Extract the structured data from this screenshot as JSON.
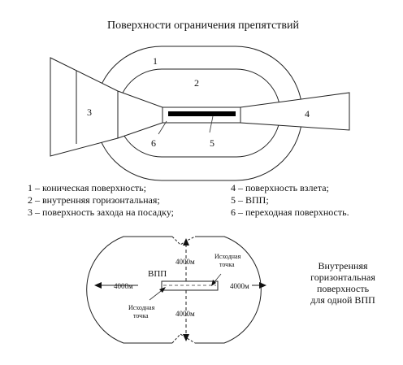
{
  "title": "Поверхности ограничения препятствий",
  "zone_numbers": {
    "z1": "1",
    "z2": "2",
    "z3": "3",
    "z4": "4",
    "z5": "5",
    "z6": "6"
  },
  "legend": {
    "left": [
      "1 – коническая поверхность;",
      "2 – внутренняя горизонтальная;",
      "3 – поверхность захода на посадку;"
    ],
    "right": [
      "4 – поверхность взлета;",
      "5 – ВПП;",
      "6 – переходная поверхность."
    ]
  },
  "lower": {
    "vpp_label": "ВПП",
    "dist_top": "4000м",
    "dist_bottom": "4000м",
    "dist_left": "4000м",
    "dist_right": "4000м",
    "ref_point_upper": [
      "Исходная",
      "точка"
    ],
    "ref_point_lower": [
      "Исходная",
      "точка"
    ]
  },
  "caption": [
    "Внутренняя",
    "горизонтальная",
    "поверхность",
    "для одной ВПП"
  ],
  "colors": {
    "ink": "#111111",
    "runway": "#000000",
    "background": "#ffffff"
  }
}
